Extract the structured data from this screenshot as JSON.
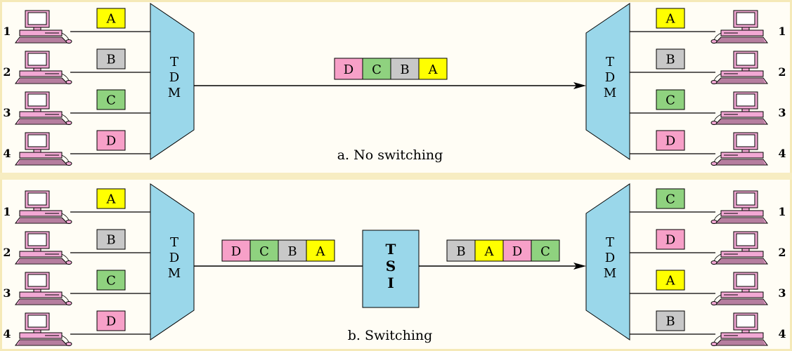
{
  "colors": {
    "A": "#ffff00",
    "B": "#c8c8c8",
    "C": "#8fd27f",
    "D": "#f7a0c8",
    "mux": "#9ad7ea",
    "tsi": "#9ad7ea",
    "computer_body": "#f2a8d4",
    "computer_screen": "#ffffff",
    "line": "#000000"
  },
  "panels": [
    {
      "id": "no-switching",
      "caption": "a. No switching",
      "left_mux_label": [
        "T",
        "D",
        "M"
      ],
      "right_mux_label": [
        "T",
        "D",
        "M"
      ],
      "stations": [
        "1",
        "2",
        "3",
        "4"
      ],
      "inputs": [
        "A",
        "B",
        "C",
        "D"
      ],
      "outputs": [
        "A",
        "B",
        "C",
        "D"
      ],
      "frame": [
        "D",
        "C",
        "B",
        "A"
      ]
    },
    {
      "id": "switching",
      "caption": "b. Switching",
      "left_mux_label": [
        "T",
        "D",
        "M"
      ],
      "right_mux_label": [
        "T",
        "D",
        "M"
      ],
      "tsi_label": [
        "T",
        "S",
        "I"
      ],
      "stations": [
        "1",
        "2",
        "3",
        "4"
      ],
      "inputs": [
        "A",
        "B",
        "C",
        "D"
      ],
      "outputs": [
        "C",
        "D",
        "A",
        "B"
      ],
      "frame_in": [
        "D",
        "C",
        "B",
        "A"
      ],
      "frame_out": [
        "B",
        "A",
        "D",
        "C"
      ]
    }
  ]
}
